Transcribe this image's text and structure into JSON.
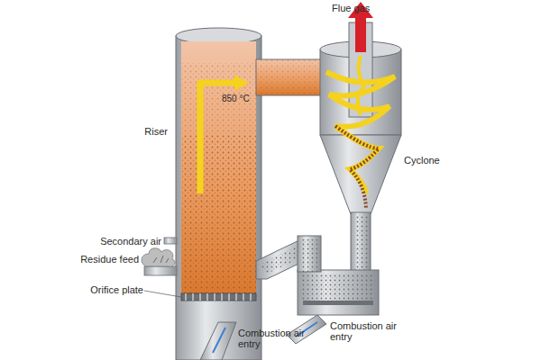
{
  "diagram": {
    "labels": [
      "Flue gas",
      "850 °C",
      "Riser",
      "Cyclone",
      "Secondary air",
      "Residue feed",
      "Orifice plate",
      "Combustion air entry",
      "Combustion air entry"
    ]
  }
}
